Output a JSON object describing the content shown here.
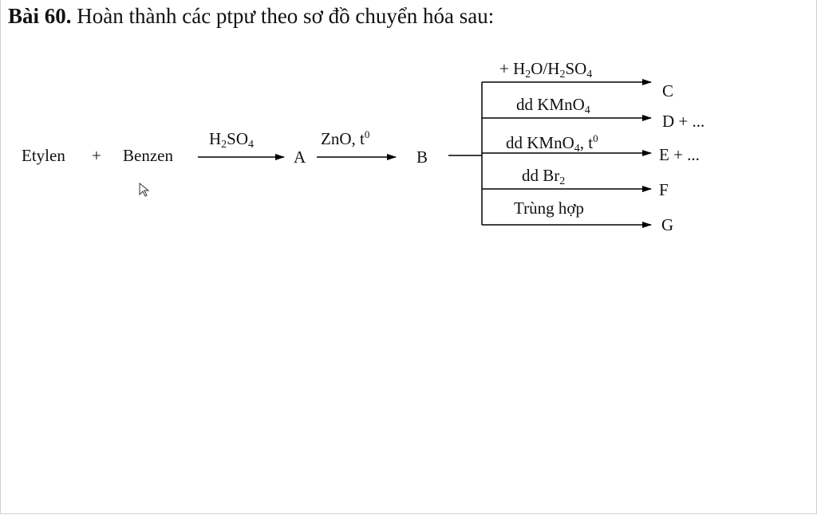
{
  "title": {
    "number": "Bài 60.",
    "text": "Hoàn thành các ptpư theo sơ đồ chuyển hóa sau:"
  },
  "reactants": {
    "etylen": "Etylen",
    "plus": "+",
    "benzen": "Benzen"
  },
  "step1": {
    "reagent_main": "H",
    "reagent_sub1": "2",
    "reagent_mid": "SO",
    "reagent_sub2": "4",
    "product": "A"
  },
  "step2": {
    "reagent_main": "ZnO, t",
    "reagent_sup": "0",
    "product": "B"
  },
  "branches": [
    {
      "pre": "+ H",
      "s1": "2",
      "m1": "O/H",
      "s2": "2",
      "m2": "SO",
      "s3": "4",
      "product": "C"
    },
    {
      "pre": "dd KMnO",
      "s1": "4",
      "product": "D + ..."
    },
    {
      "pre": "dd KMnO",
      "s1": "4",
      "m1": ", t",
      "sup": "0",
      "product": "E + ..."
    },
    {
      "pre": "dd Br",
      "s1": "2",
      "product": "F"
    },
    {
      "pre": "Trùng hợp",
      "product": "G"
    }
  ],
  "colors": {
    "text": "#111111",
    "line": "#000000"
  }
}
